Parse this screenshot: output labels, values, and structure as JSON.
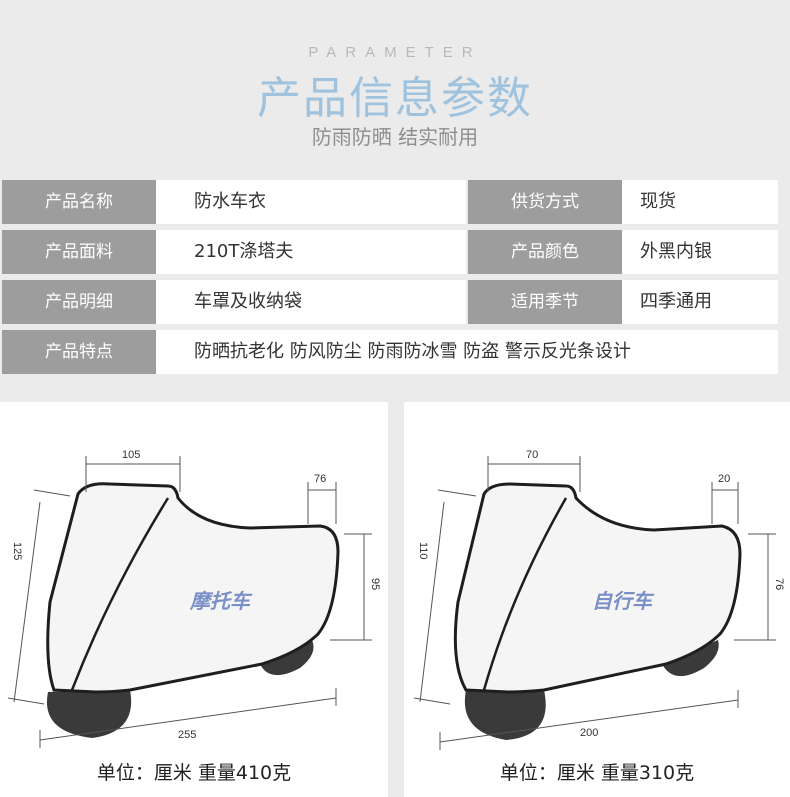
{
  "header": {
    "eng": "PARAMETER",
    "title": "产品信息参数",
    "subtitle": "防雨防晒 结实耐用"
  },
  "table": {
    "r1": {
      "l1": "产品名称",
      "v1": "防水车衣",
      "l2": "供货方式",
      "v2": "现货"
    },
    "r2": {
      "l1": "产品面料",
      "v1": "210T涤塔夫",
      "l2": "产品颜色",
      "v2": "外黑内银"
    },
    "r3": {
      "l1": "产品明细",
      "v1": "车罩及收纳袋",
      "l2": "适用季节",
      "v2": "四季通用"
    },
    "r4": {
      "l1": "产品特点",
      "v1": "防晒抗老化 防风防尘 防雨防冰雪 防盗 警示反光条设计"
    }
  },
  "motorcycle": {
    "name": "摩托车",
    "dims": {
      "top": "105",
      "tail": "76",
      "height": "125",
      "rear_height": "95",
      "length": "255"
    },
    "caption": "单位：厘米   重量410克"
  },
  "bicycle": {
    "name": "自行车",
    "dims": {
      "top": "70",
      "tail": "20",
      "height": "110",
      "rear_height": "76",
      "length": "200"
    },
    "caption": "单位：厘米   重量310克"
  },
  "colors": {
    "accent_title": "#9fc3de",
    "label_bg": "#9d9d9d",
    "name_text": "#7a8fc7"
  }
}
